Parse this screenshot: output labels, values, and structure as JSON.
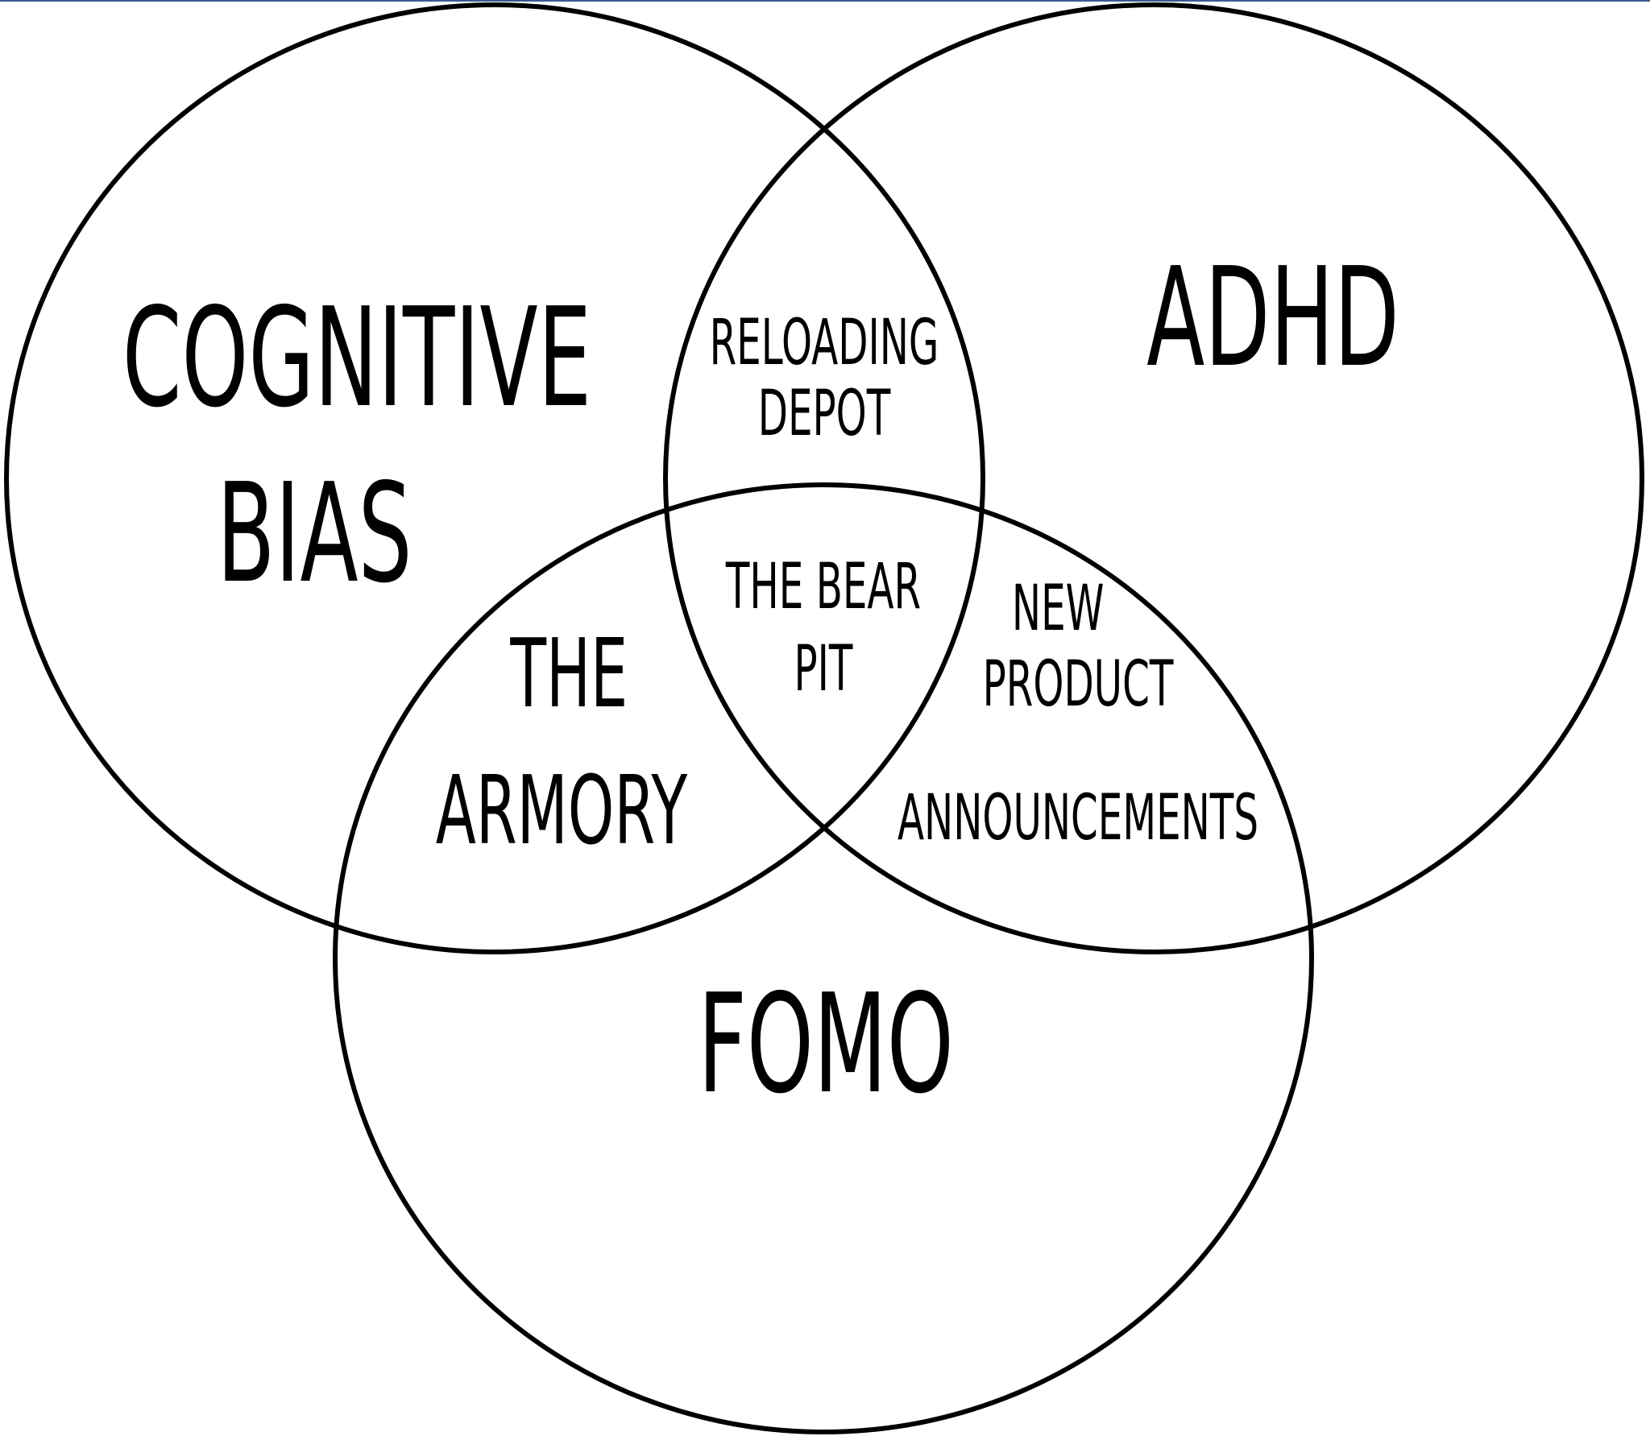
{
  "diagram": {
    "type": "venn",
    "circles": [
      {
        "label_lines": [
          "COGNITIVE",
          "BIAS"
        ]
      },
      {
        "label_lines": [
          "ADHD"
        ]
      },
      {
        "label_lines": [
          "FOMO"
        ]
      }
    ],
    "intersections": {
      "cognitive_bias_adhd": [
        "RELOADING",
        "DEPOT"
      ],
      "cognitive_bias_fomo": [
        "THE",
        "ARMORY"
      ],
      "adhd_fomo": [
        "NEW",
        "PRODUCT",
        "ANNOUNCEMENTS"
      ],
      "all_three": [
        "THE BEAR",
        "PIT"
      ]
    },
    "stroke_color": "#000000",
    "background": "#ffffff"
  }
}
